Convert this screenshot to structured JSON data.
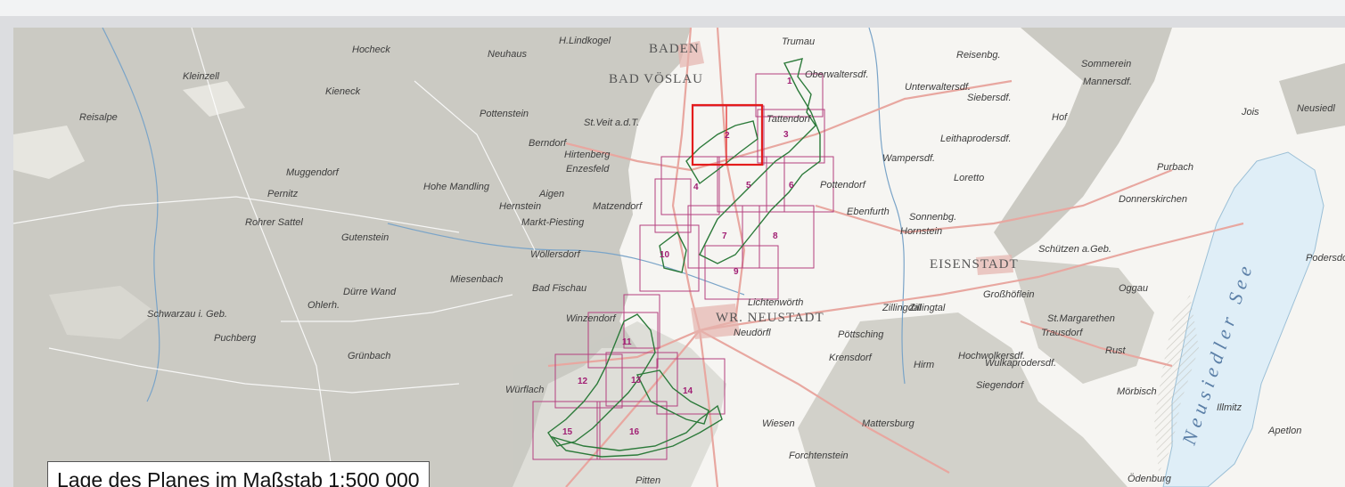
{
  "caption": "Lage des Planes im Maßstab 1:500 000",
  "colors": {
    "terrain": "#cbcac3",
    "plain": "#f6f5f2",
    "lake": "#dfeef7",
    "road": "#e8a7a0",
    "sheet": "#b4407f",
    "boundary": "#2c7a3a",
    "highlight": "#e41c1c"
  },
  "sheets": [
    {
      "number": "1"
    },
    {
      "number": "2"
    },
    {
      "number": "3"
    },
    {
      "number": "4"
    },
    {
      "number": "5"
    },
    {
      "number": "6"
    },
    {
      "number": "7"
    },
    {
      "number": "8"
    },
    {
      "number": "9"
    },
    {
      "number": "10"
    },
    {
      "number": "11"
    },
    {
      "number": "12"
    },
    {
      "number": "13"
    },
    {
      "number": "14"
    },
    {
      "number": "15"
    },
    {
      "number": "16"
    }
  ],
  "towns": [
    "BADEN",
    "BAD VÖSLAU",
    "WR. NEUSTADT",
    "EISENSTADT"
  ],
  "places": [
    "Trumau",
    "Hocheck",
    "H.Lindkogel",
    "Neuhaus",
    "Kleinzell",
    "Reisalpe",
    "Kieneck",
    "Pottenstein",
    "St.Veit a.d.T.",
    "Berndorf",
    "Hirtenberg",
    "Enzesfeld",
    "Pernitz",
    "Muggendorf",
    "Hernstein",
    "Markt-Piesting",
    "Wöllersdorf",
    "Bad Fischau",
    "Winzendorf",
    "Puchberg",
    "Grünbach",
    "Würflach",
    "Neudörfl",
    "Pöttsching",
    "Siegendorf",
    "Mörbisch",
    "Rust",
    "St.Margarethen",
    "Purbach",
    "Donnerskirchen",
    "Schützen a.Geb.",
    "Hornstein",
    "Sonnenbg.",
    "Loretto",
    "Mannersdf.",
    "Sommerein",
    "Leithaprodersdf.",
    "Ebenfurth",
    "Lichtenwörth",
    "Mattersburg",
    "Forchtenstein",
    "Ödenburg",
    "Apetlon",
    "Podersdorf",
    "Jois",
    "Neusiedl",
    "Unterwaltersdf.",
    "Reisenbg.",
    "Siebersdf.",
    "Oggau",
    "Illmitz",
    "Trausdorf",
    "Wiesen",
    "Krensdorf",
    "Pitten",
    "Zillingdal",
    "Großhöflein",
    "Hochwolkersdf.",
    "Schwarzau i. Geb.",
    "Rohrer Sattel",
    "Gutenstein",
    "Ohlerh.",
    "Dürre Wand",
    "Miesenbach",
    "Hohe Mandling",
    "Aigen",
    "Matzendorf",
    "Tattendorf",
    "Oberwaltersdf.",
    "Pottendorf",
    "Wampersdf.",
    "Hof",
    "Hirm",
    "Wulkaprodersdf.",
    "Zillingtal"
  ],
  "lake": "Neusiedler See"
}
